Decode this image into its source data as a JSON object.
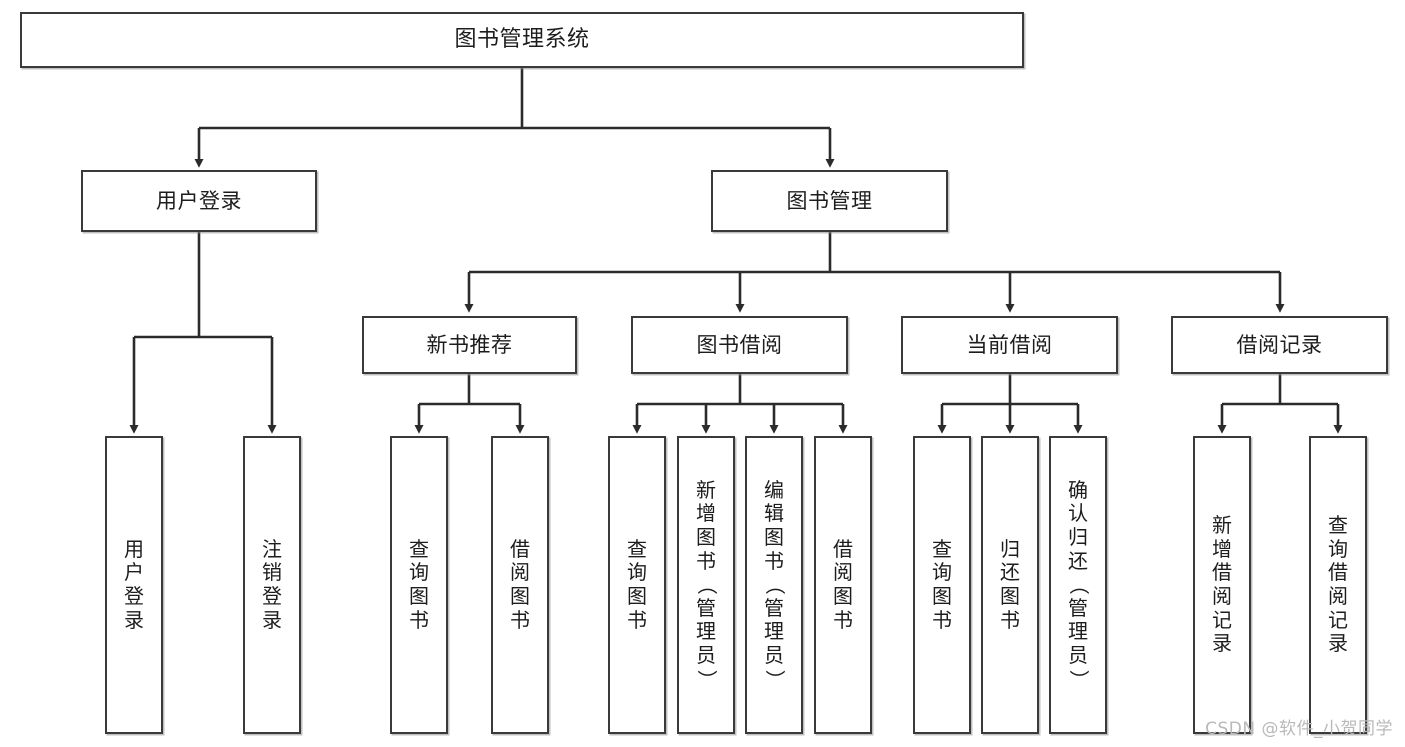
{
  "diagram": {
    "title": "图书管理系统",
    "type": "tree-hierarchy-diagram",
    "colors": {
      "box_border": "#3a3a3a",
      "box_fill": "#ffffff",
      "connector": "#2b2b2b",
      "watermark": "#b9b9b9",
      "background": "#ffffff"
    },
    "root": {
      "id": "root",
      "label": "图书管理系统"
    },
    "level2": [
      {
        "id": "user-login",
        "label": "用户登录"
      },
      {
        "id": "book-manage",
        "label": "图书管理"
      }
    ],
    "level3": [
      {
        "id": "new-book-rec",
        "label": "新书推荐",
        "parent": "book-manage"
      },
      {
        "id": "book-borrow",
        "label": "图书借阅",
        "parent": "book-manage"
      },
      {
        "id": "current-borrow",
        "label": "当前借阅",
        "parent": "book-manage"
      },
      {
        "id": "borrow-record",
        "label": "借阅记录",
        "parent": "book-manage"
      }
    ],
    "leaves": [
      {
        "id": "leaf-user-login",
        "label": "用户登录",
        "parent": "user-login"
      },
      {
        "id": "leaf-logout-login",
        "label": "注销登录",
        "parent": "user-login"
      },
      {
        "id": "leaf-query-book-1",
        "label": "查询图书",
        "parent": "new-book-rec"
      },
      {
        "id": "leaf-borrow-book-1",
        "label": "借阅图书",
        "parent": "new-book-rec"
      },
      {
        "id": "leaf-query-book-2",
        "label": "查询图书",
        "parent": "book-borrow"
      },
      {
        "id": "leaf-add-book",
        "label": "新增图书（管理员）",
        "parent": "book-borrow"
      },
      {
        "id": "leaf-edit-book",
        "label": "编辑图书（管理员）",
        "parent": "book-borrow"
      },
      {
        "id": "leaf-borrow-book-2",
        "label": "借阅图书",
        "parent": "book-borrow"
      },
      {
        "id": "leaf-query-book-3",
        "label": "查询图书",
        "parent": "current-borrow"
      },
      {
        "id": "leaf-return-book",
        "label": "归还图书",
        "parent": "current-borrow"
      },
      {
        "id": "leaf-confirm-return",
        "label": "确认归还（管理员）",
        "parent": "current-borrow"
      },
      {
        "id": "leaf-add-record",
        "label": "新增借阅记录",
        "parent": "borrow-record"
      },
      {
        "id": "leaf-query-record",
        "label": "查询借阅记录",
        "parent": "borrow-record"
      }
    ]
  },
  "watermark": {
    "text": "CSDN @软件_小贺同学"
  }
}
